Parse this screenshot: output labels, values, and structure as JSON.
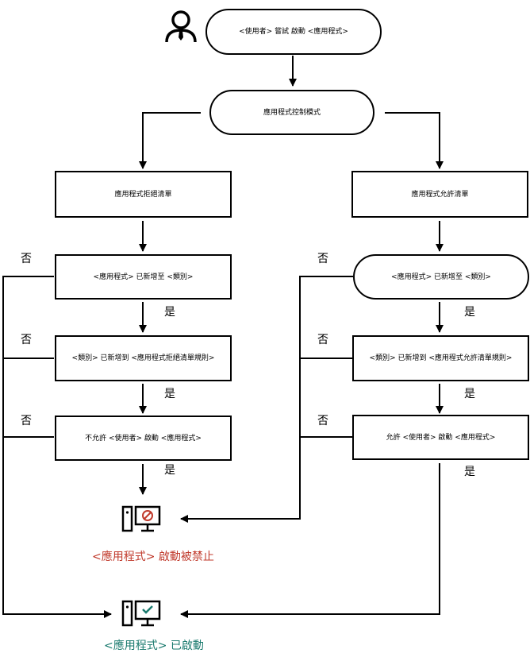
{
  "nodes": {
    "user_attempts": "<使用者> 嘗試 啟動 <應用程式>",
    "app_control_mode": "應用程式控制模式",
    "denylist": "應用程式拒絕清單",
    "allowlist": "應用程式允許清單",
    "deny_app_added": "<應用程式> 已新增至 <類別>",
    "deny_category_added": "<類別> 已新增到 <應用程式拒絕清單規則>",
    "deny_block": "不允許 <使用者> 啟動 <應用程式>",
    "allow_app_added": "<應用程式> 已新增至 <類別>",
    "allow_category_added": "<類別> 已新增到 <應用程式允許清單規則>",
    "allow_start": "允許 <使用者> 啟動 <應用程式>"
  },
  "labels": {
    "no": "否",
    "yes": "是"
  },
  "outcomes": {
    "blocked": "<應用程式> 啟動被禁止",
    "started": "<應用程式> 已啟動"
  },
  "colors": {
    "blocked": "#c0392b",
    "started": "#1a7a6e"
  },
  "icons": {
    "user": "user-icon",
    "blocked": "computer-blocked-icon",
    "started": "computer-allowed-icon"
  }
}
